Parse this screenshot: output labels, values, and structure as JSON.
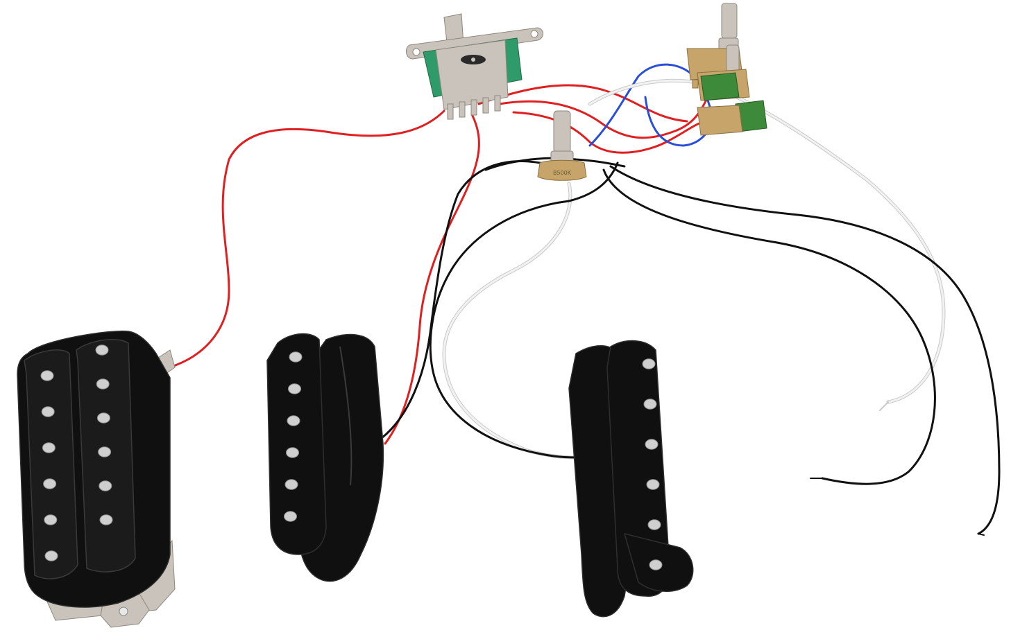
{
  "scene": {
    "background": "#ffffff",
    "colors": {
      "red_wire": "#e02020",
      "black_wire": "#111111",
      "white_wire": "#f2f2f2",
      "white_wire_edge": "#c9c9c9",
      "blue_wire": "#2a4fd6",
      "pickup_body": "#101010",
      "pole_piece": "#cfcfcf",
      "switch_metal": "#c9c3bb",
      "switch_board": "#2f9a6a",
      "pot_brass": "#c7a56a",
      "capacitor": "#3d8a3a"
    }
  },
  "components": {
    "humbucker": {
      "icon": "humbucker-pickup-icon",
      "pole_count": 12
    },
    "single_coil_middle": {
      "icon": "single-coil-pickup-icon",
      "pole_count": 6
    },
    "single_coil_bridge": {
      "icon": "single-coil-pickup-icon",
      "pole_count": 6
    },
    "selector_switch": {
      "icon": "five-way-switch-icon"
    },
    "pots": [
      {
        "icon": "potentiometer-icon",
        "label": "B500K"
      },
      {
        "icon": "potentiometer-icon",
        "label": ""
      },
      {
        "icon": "potentiometer-icon",
        "label": ""
      }
    ],
    "capacitor": {
      "icon": "capacitor-icon"
    }
  }
}
